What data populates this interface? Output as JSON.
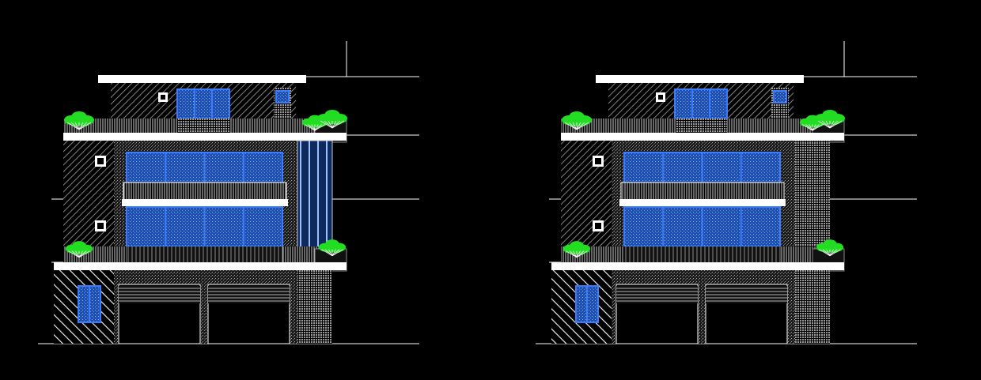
{
  "drawing": {
    "background": "#000000",
    "line_color": "#ffffff",
    "glass_color": "#1f5fd0",
    "frame_color": "#3a7bff",
    "plant_color": "#22dd22",
    "elevations": [
      {
        "id": "elevation-left",
        "variant": "glass-column"
      },
      {
        "id": "elevation-right",
        "variant": "tiled-column"
      }
    ]
  }
}
